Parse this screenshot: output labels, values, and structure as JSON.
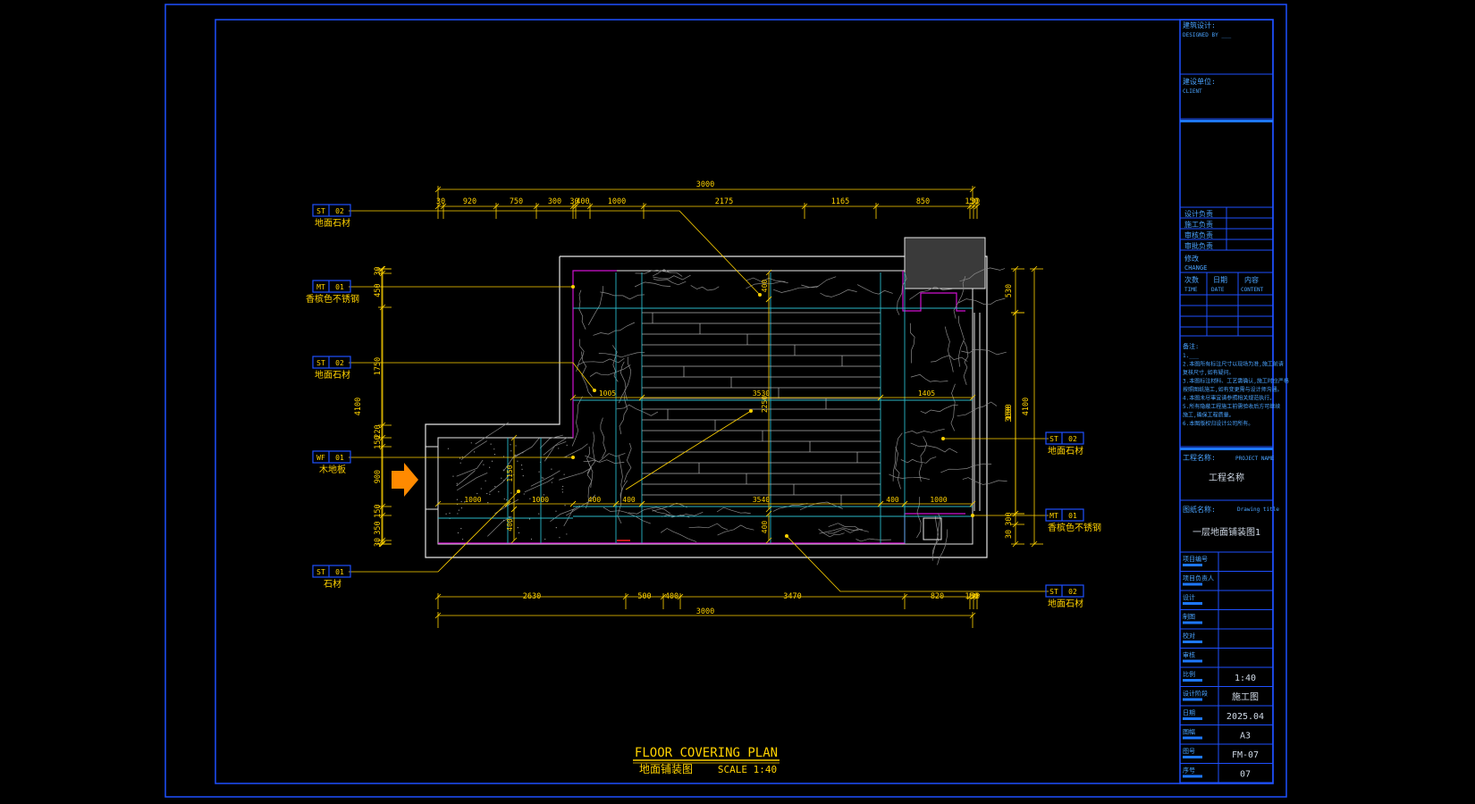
{
  "drawing": {
    "title_en": "FLOOR COVERING PLAN",
    "title_cn": "地面铺装图",
    "scale": "SCALE 1:40"
  },
  "dimensions": {
    "top_overall": "3000",
    "top_chain": [
      "30",
      "920",
      "750",
      "300",
      "30",
      "400",
      "1000",
      "2175",
      "1165",
      "850",
      "150",
      "30"
    ],
    "bottom_overall": "3000",
    "bottom_chain": [
      "2630",
      "500",
      "400",
      "3470",
      "820",
      "150",
      "30"
    ],
    "left_overall": "4100",
    "left_chain": [
      "30",
      "450",
      "1750",
      "220",
      "150",
      "900",
      "150",
      "350",
      "30"
    ],
    "right_overall": "4100",
    "right_inner": "3000",
    "right_chain": [
      "530",
      "150",
      "300",
      "30"
    ],
    "interior": {
      "h_1005": "1005",
      "h_3530": "3530",
      "h_1405": "1405",
      "h_3540": "3540",
      "h_1000a": "1000",
      "h_1000b": "1000",
      "h_400a": "400",
      "h_400b": "400",
      "h_400c": "400",
      "h_1000c": "1000",
      "v_400a": "400",
      "v_2250": "2250",
      "v_1150": "1150",
      "v_400b": "400",
      "v_400c": "400"
    }
  },
  "tags": [
    {
      "code": "ST",
      "num": "02",
      "label": "地面石材"
    },
    {
      "code": "MT",
      "num": "01",
      "label": "香槟色不锈钢"
    },
    {
      "code": "ST",
      "num": "02",
      "label": "地面石材"
    },
    {
      "code": "WF",
      "num": "01",
      "label": "木地板"
    },
    {
      "code": "ST",
      "num": "01",
      "label": "石材"
    },
    {
      "code": "ST",
      "num": "02",
      "label": "地面石材"
    },
    {
      "code": "MT",
      "num": "01",
      "label": "香槟色不锈钢"
    },
    {
      "code": "ST",
      "num": "02",
      "label": "地面石材"
    }
  ],
  "title_block": {
    "design_label": "建筑设计:",
    "design_value": "DESIGNED BY ___",
    "unit_label": "建设单位:",
    "unit_value": "CLIENT",
    "sign_rows": [
      "设计负责",
      "施工负责",
      "审核负责",
      "审批负责"
    ],
    "revision_label": "修改",
    "revision_en": "CHANGE",
    "rev_headers": [
      "次数",
      "日期",
      "内容"
    ],
    "rev_headers_en": [
      "TIME",
      "DATE",
      "CONTENT"
    ],
    "notes_label": "备注:",
    "notes_lines": [
      "1.___",
      "2.本图所有标注尺寸以现场为准,施工前请",
      "  复核尺寸,如有疑问。",
      "3.本图标注材料、工艺需确认,施工时应严格",
      "  按照图纸施工,如有变更需与设计师沟通。",
      "4.本图未尽事宜请参照相关规范执行。",
      "5.所有隐蔽工程施工前需验收后方可继续",
      "  施工,确保工程质量。",
      "6.本图版权归设计公司所有。"
    ],
    "project_label": "工程名称:",
    "project_en": "PROJECT NAME",
    "project_value": "工程名称",
    "drawing_label": "图纸名称:",
    "drawing_en": "Drawing title",
    "drawing_value": "一层地面铺装图1",
    "rows": [
      {
        "label": "项目编号",
        "value": ""
      },
      {
        "label": "项目负责人",
        "value": ""
      },
      {
        "label": "设计",
        "value": ""
      },
      {
        "label": "制图",
        "value": ""
      },
      {
        "label": "校对",
        "value": ""
      },
      {
        "label": "审核",
        "value": ""
      },
      {
        "label": "比例",
        "value": "1:40"
      },
      {
        "label": "设计阶段",
        "value": "施工图"
      },
      {
        "label": "日期",
        "value": "2025.04"
      },
      {
        "label": "图幅",
        "value": "A3"
      },
      {
        "label": "图号",
        "value": "FM-07"
      },
      {
        "label": "序号",
        "value": "07"
      }
    ]
  }
}
